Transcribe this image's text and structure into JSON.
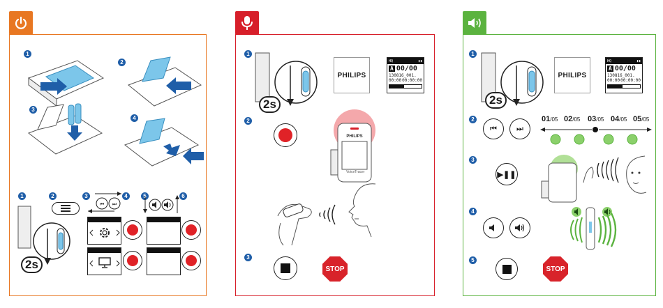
{
  "colors": {
    "power": "#e87722",
    "record": "#d71f2a",
    "play": "#5bb33f"
  },
  "panels": [
    {
      "name": "power",
      "icon": "power-icon"
    },
    {
      "name": "record",
      "icon": "microphone-icon"
    },
    {
      "name": "play",
      "icon": "speaker-icon"
    }
  ],
  "steps": {
    "s1": "1",
    "s2": "2",
    "s3": "3",
    "s4": "4",
    "s5": "5",
    "s6": "6"
  },
  "hold_label": "2s",
  "brand": "PHILIPS",
  "stop_label": "STOP",
  "device_screen": {
    "header_left": "HQ",
    "folder": "A",
    "counter": "00/00",
    "filename": "130816_001.",
    "time_left": "00:00",
    "time_right": "00:00:00"
  },
  "device_label": "VoiceTracer",
  "timeline": [
    {
      "num": "01",
      "den": "/05"
    },
    {
      "num": "02",
      "den": "/05"
    },
    {
      "num": "03",
      "den": "/05"
    },
    {
      "num": "04",
      "den": "/05"
    },
    {
      "num": "05",
      "den": "/05"
    }
  ]
}
